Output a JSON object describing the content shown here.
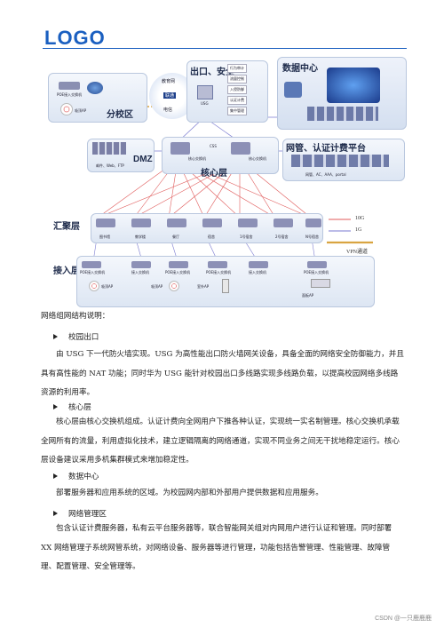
{
  "header": {
    "logo_text": "LOGO"
  },
  "diagram": {
    "zones": {
      "campus": "分校区",
      "egress": "出口、安全",
      "datacenter": "数据中心",
      "dmz": "DMZ",
      "core": "核心层",
      "netmgmt": "网管、认证计费平台",
      "aggregation": "汇聚层",
      "access": "接入层"
    },
    "clouds": [
      "教育网",
      "联通",
      "电信"
    ],
    "usg_label": "USG",
    "egress_tags": [
      "行为审计",
      "流量控制",
      "入侵防御",
      "认证计费",
      "集中管理"
    ],
    "dmz_caption": "邮件、Web、FTP",
    "core_switches": [
      "核心交换机",
      "核心交换机"
    ],
    "core_link": "CSS",
    "netmgmt_caption": "网管、AC、AAA、portal",
    "agg_switches": [
      "图书馆",
      "教学楼",
      "餐厅",
      "宿舍",
      "1号宿舍",
      "2号宿舍",
      "N号宿舍"
    ],
    "access_switches": [
      "POE接入交换机",
      "接入交换机",
      "POE接入交换机",
      "POE接入交换机",
      "接入交换机",
      "POE接入交换机"
    ],
    "aps": [
      "吸顶AP",
      "吸顶AP",
      "室外AP",
      "面板AP"
    ],
    "campus_switch": "POE接入交换机",
    "campus_ap": "吸顶AP",
    "legend": {
      "l1": "10G",
      "l2": "1G",
      "l3": "VPN通道"
    },
    "colors": {
      "line_10g": "#e05a5a",
      "line_1g": "#7a7ad0",
      "vpn": "#d9a441",
      "zone_bg": "#e3ebf7"
    }
  },
  "content": {
    "intro": "网络组网结构说明：",
    "sections": [
      {
        "heading": "校园出口",
        "text": "由 USG 下一代防火墙实现。USG 为高性能出口防火墙网关设备，具备全面的网络安全防御能力，并且具有高性能的 NAT 功能；同时华为 USG 能针对校园出口多线路实现多线路负载，以提高校园网络多线路资源的利用率。"
      },
      {
        "heading": "核心层",
        "text": "核心层由核心交换机组成。认证计费向全网用户下推各种认证，实现统一实名制管理。核心交换机承载全网所有的流量，利用虚拟化技术，建立逻辑隔离的网络通道，实现不同业务之间无干扰地稳定运行。核心层设备建议采用多机集群模式来增加稳定性。"
      },
      {
        "heading": "数据中心",
        "text": "部署服务器和应用系统的区域。为校园网内部和外部用户提供数据和应用服务。"
      },
      {
        "heading": "网络管理区",
        "text": "包含认证计费服务器，私有云平台服务器等，联合智能网关组对内网用户进行认证和管理。同时部署 XX 网络管理子系统网管系统，对网络设备、服务器等进行管理，功能包括告警管理、性能管理、故障管理、配置管理、安全管理等。"
      }
    ]
  },
  "watermark": "CSDN @一只鹿鹿鹿"
}
